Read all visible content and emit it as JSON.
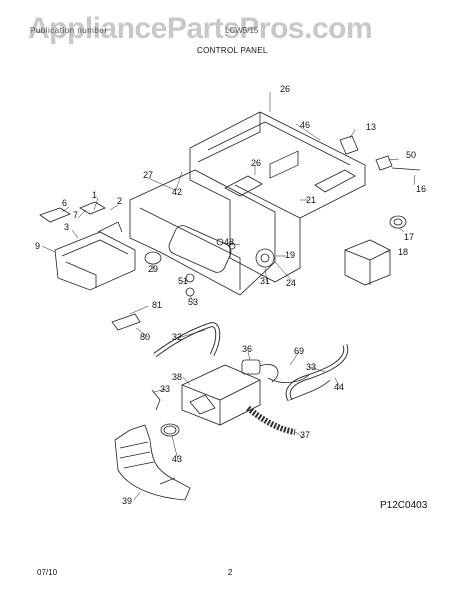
{
  "watermark": "AppliancePartsPros.com",
  "header": {
    "left": "Publication number",
    "model": "LCW5/15"
  },
  "section_title": "CONTROL PANEL",
  "diagram_code": "P12C0403",
  "footer": {
    "date": "07/10",
    "page": "2"
  },
  "part_labels": [
    "26",
    "46",
    "13",
    "50",
    "16",
    "17",
    "18",
    "27",
    "42",
    "26",
    "21",
    "1",
    "2",
    "6",
    "7",
    "3",
    "9",
    "29",
    "48",
    "19",
    "51",
    "31",
    "24",
    "53",
    "81",
    "80",
    "32",
    "36",
    "69",
    "33",
    "33",
    "38",
    "44",
    "37",
    "43",
    "39"
  ]
}
